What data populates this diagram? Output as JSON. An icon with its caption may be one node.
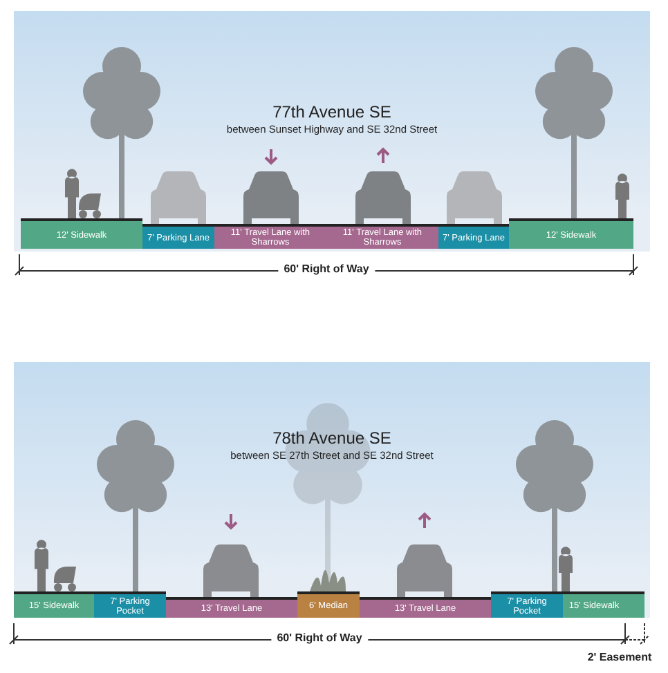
{
  "diagram": {
    "nodes": [
      {
        "text": [
          "77th Avenue SE",
          "between Sunset Highway and SE 32nd Street"
        ]
      },
      {
        "text": [
          "12' Sidewalk"
        ],
        "in": 0
      },
      {
        "text": [
          "7' Parking Lane"
        ],
        "in": 0
      },
      {
        "text": [
          "11' Travel Lane with Sharrows"
        ],
        "in": 0
      },
      {
        "text": [
          "11' Travel Lane with Sharrows"
        ],
        "in": 0
      },
      {
        "text": [
          "7' Parking Lane"
        ],
        "in": 0
      },
      {
        "text": [
          "12' Sidewalk"
        ],
        "in": 0
      },
      {
        "text": [
          "78th Avenue SE",
          "between SE 27th Street and SE 32nd Street"
        ]
      },
      {
        "text": [
          "15' Sidewalk"
        ],
        "in": 7
      },
      {
        "text": [
          "7' Parking Pocket"
        ],
        "in": 7
      },
      {
        "text": [
          "13' Travel Lane"
        ],
        "in": 7
      },
      {
        "text": [
          "6' Median"
        ],
        "in": 7
      },
      {
        "text": [
          "13' Travel Lane"
        ],
        "in": 7
      },
      {
        "text": [
          "7' Parking Pocket"
        ],
        "in": 7
      },
      {
        "text": [
          "15' Sidewalk"
        ],
        "in": 7
      }
    ],
    "labels": [
      "60' Right of Way",
      "60' Right of Way",
      "2' Easement"
    ]
  }
}
